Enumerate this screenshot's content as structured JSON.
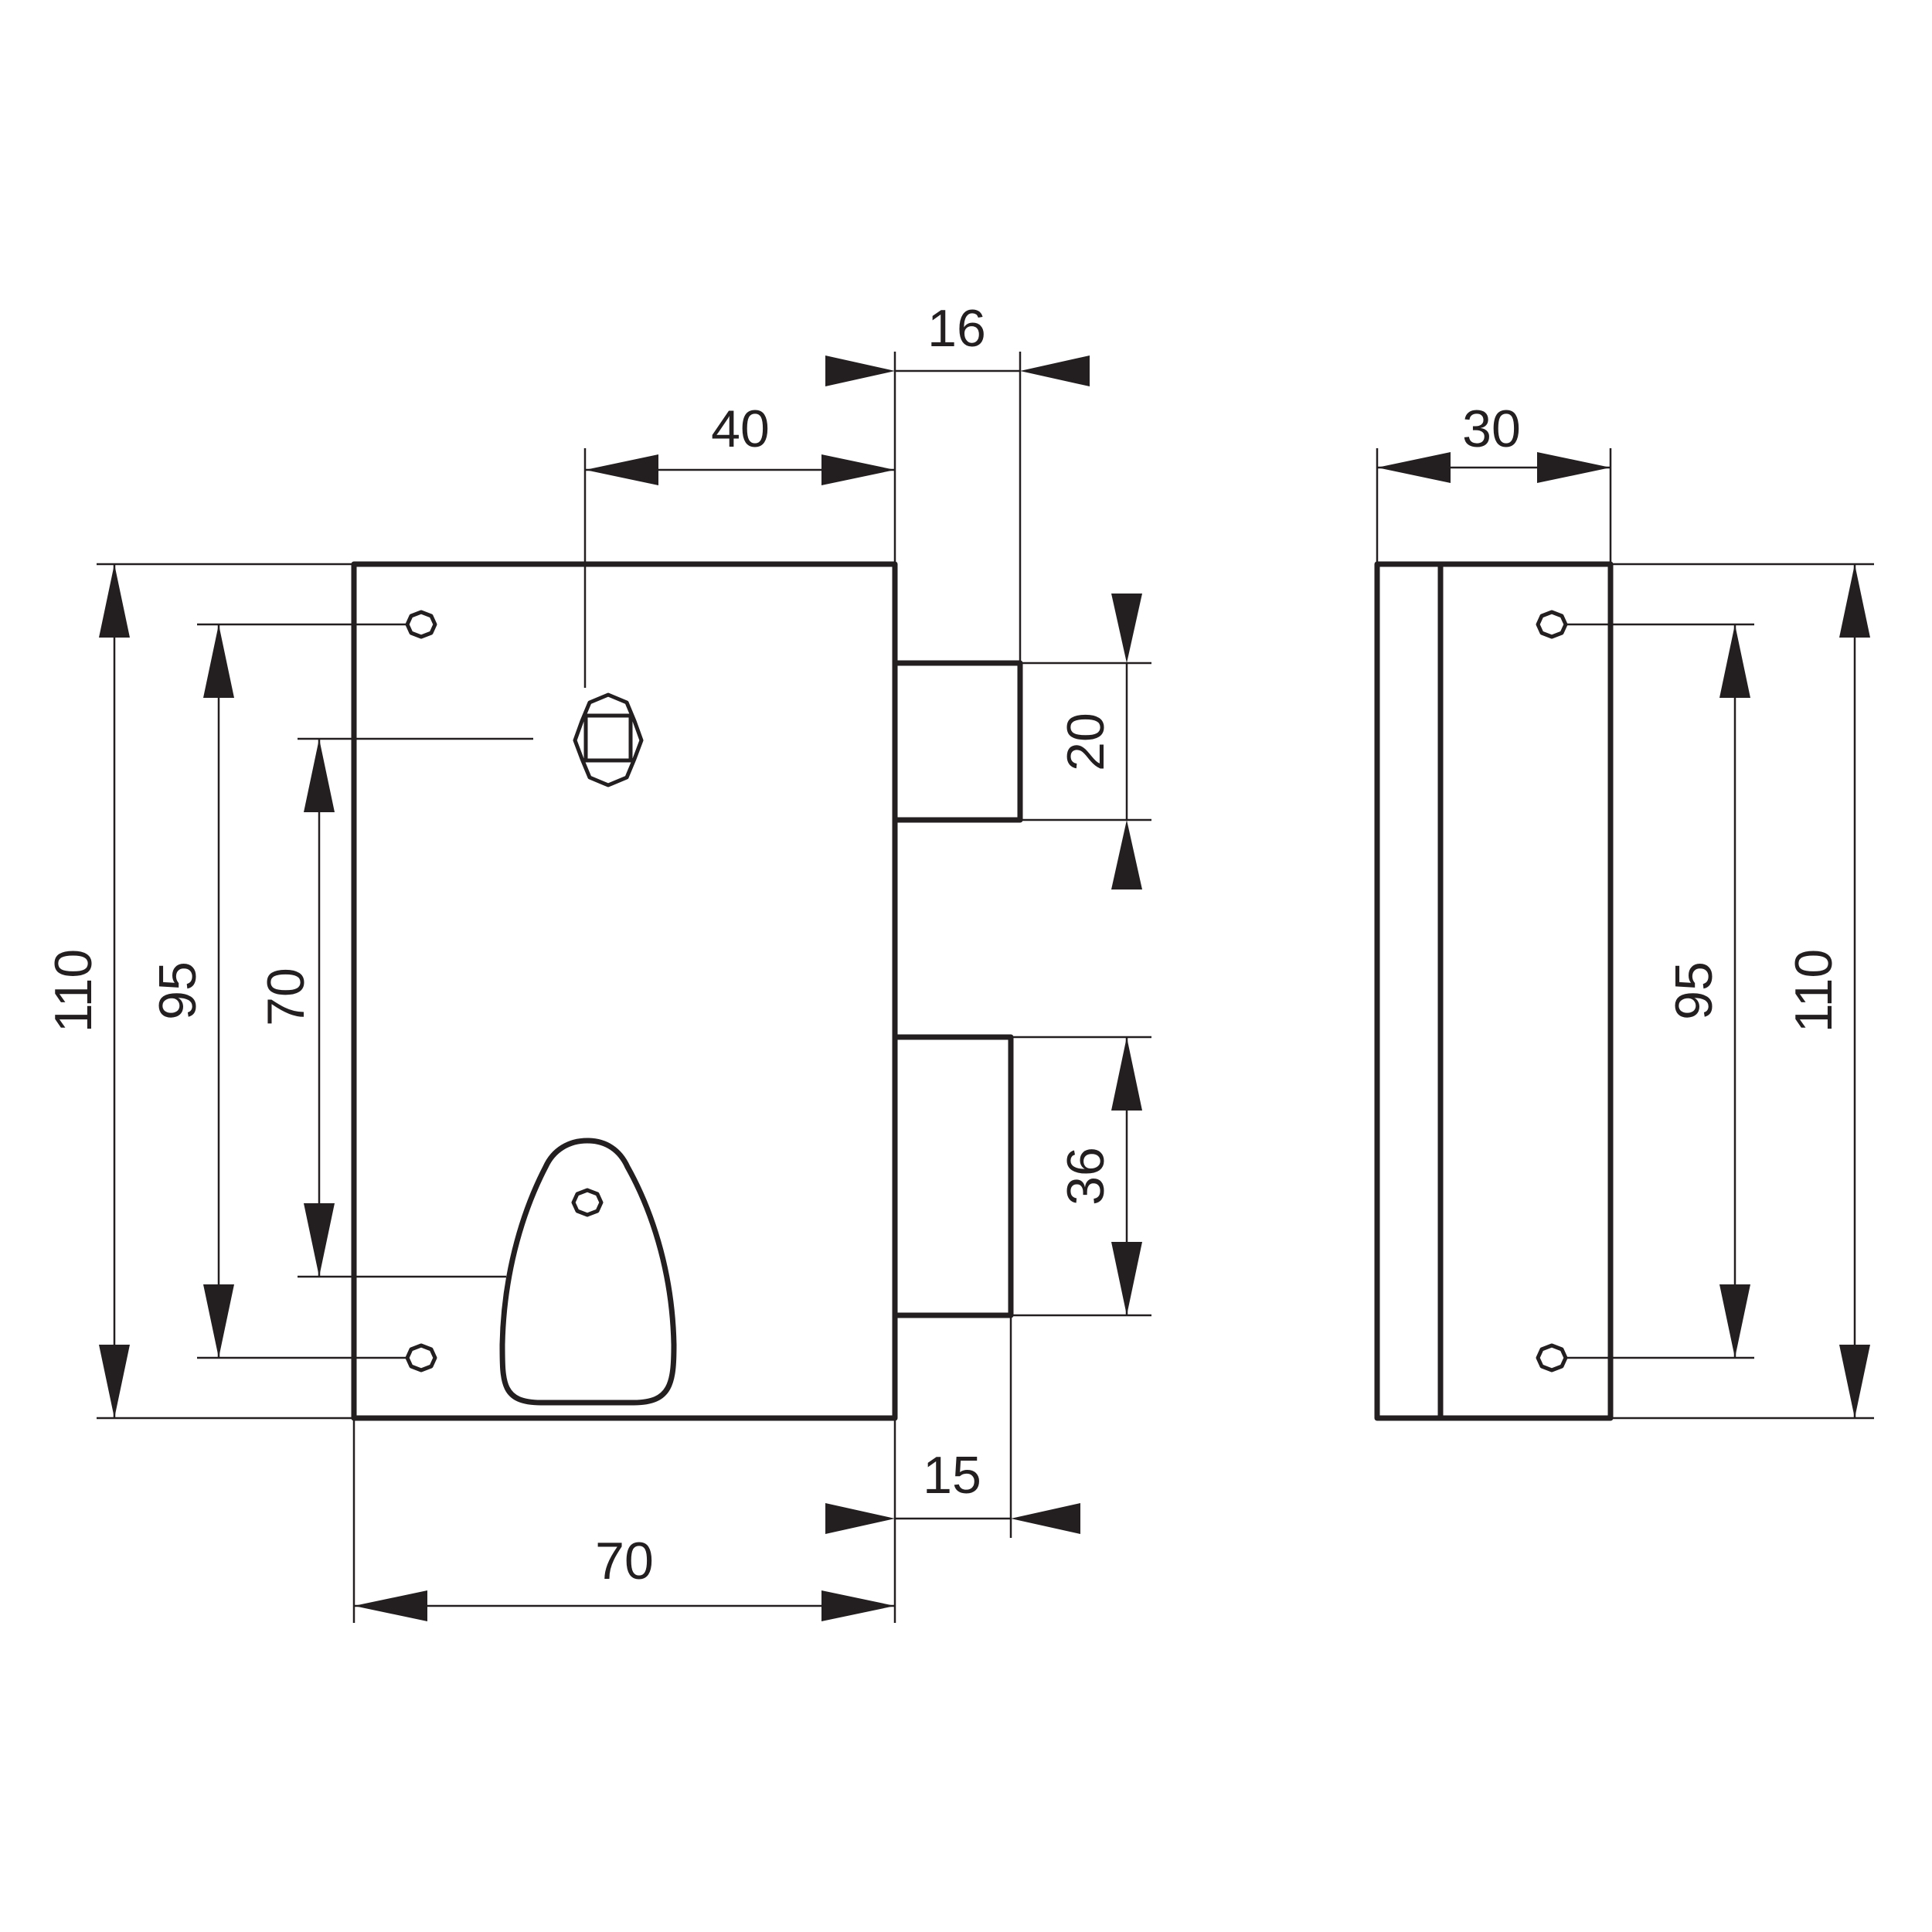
{
  "front_view": {
    "dims": {
      "body_width": "70",
      "bolt_projection": "16",
      "keyhole_offset": "40",
      "latch_projection": "15",
      "overall_height": "110",
      "screw_spacing": "95",
      "handle_to_keyhole": "70",
      "latch_height": "20",
      "bolt_height": "36"
    }
  },
  "side_view": {
    "dims": {
      "depth": "30",
      "screw_spacing": "95",
      "overall_height": "110"
    }
  },
  "colors": {
    "line": "#231f20",
    "background": "#ffffff"
  }
}
